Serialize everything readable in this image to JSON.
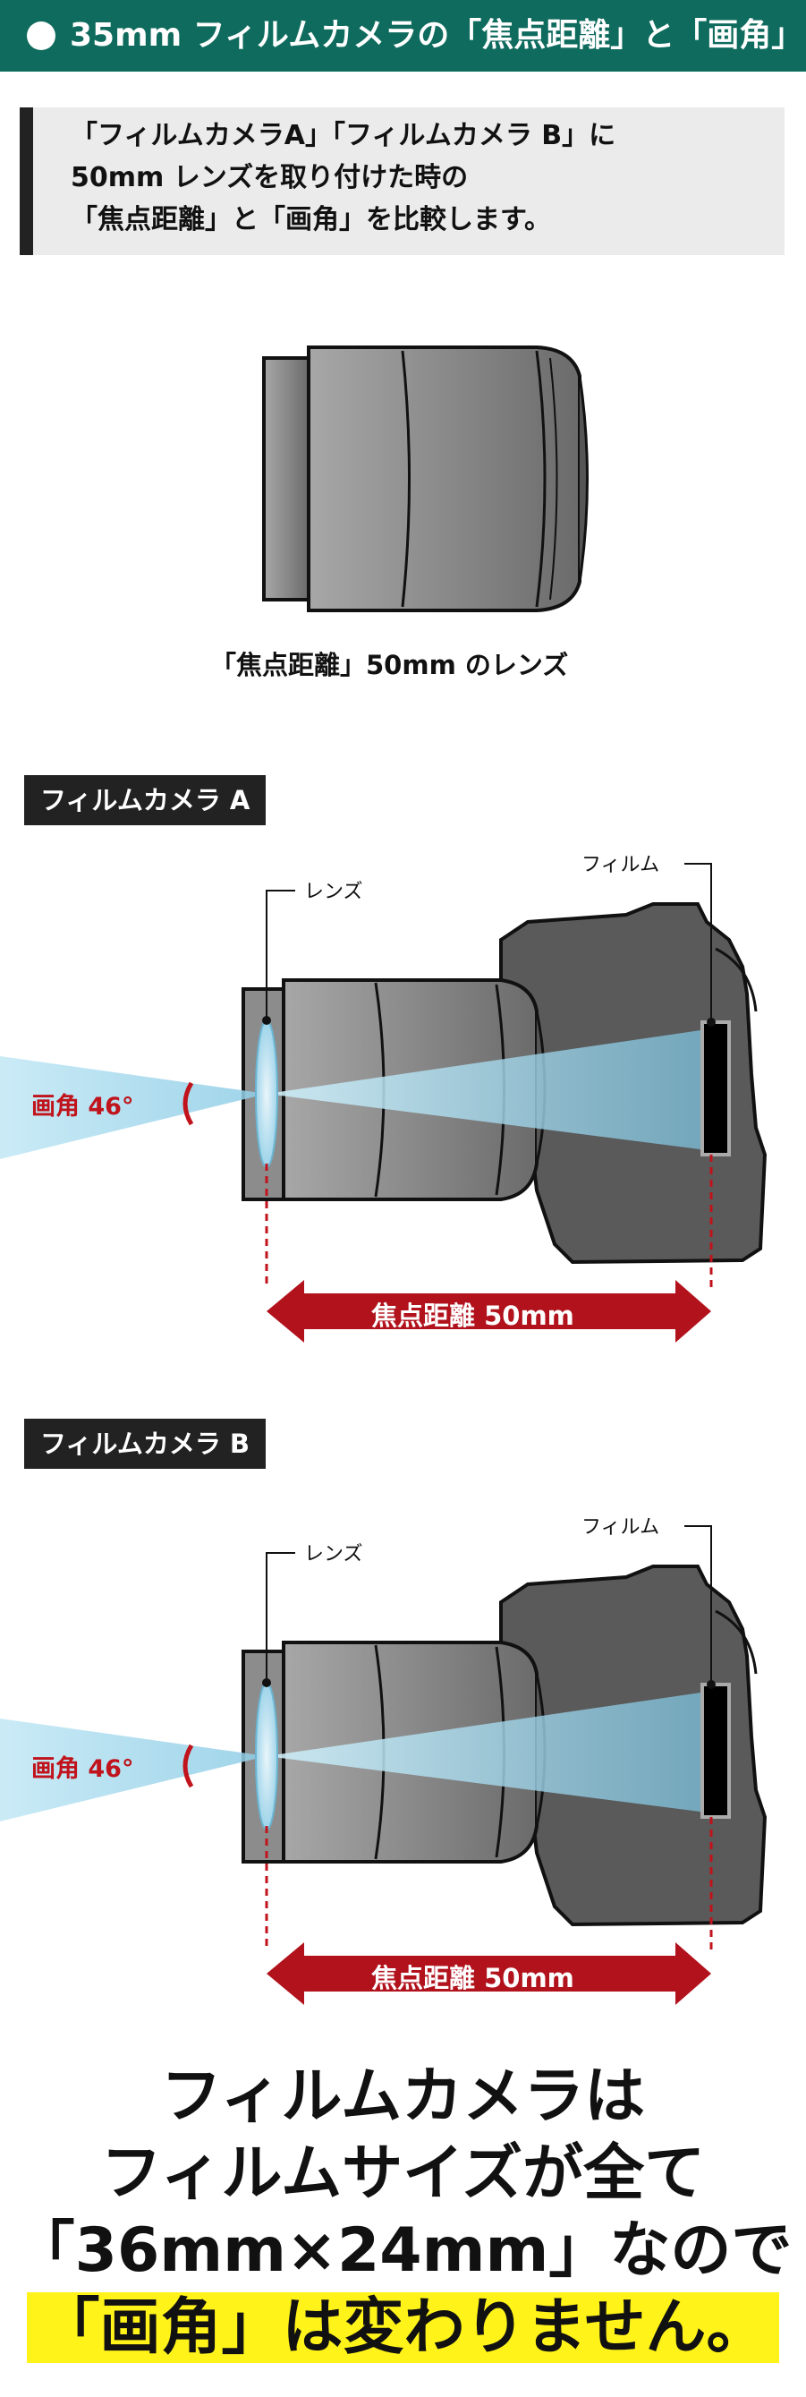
{
  "header": {
    "title": "35mm フィルムカメラの「焦点距離」と「画角」"
  },
  "intro": {
    "lines": [
      "「フィルムカメラA」「フィルムカメラ B」に",
      "50mm レンズを取り付けた時の",
      "「焦点距離」と「画角」を比較します。"
    ]
  },
  "lens_caption": "「焦点距離」50mm のレンズ",
  "camera_a": {
    "badge": "フィルムカメラ A",
    "lens_label": "レンズ",
    "film_label": "フィルム",
    "angle": "画角 46°",
    "focal": "焦点距離 50mm"
  },
  "camera_b": {
    "badge": "フィルムカメラ B",
    "lens_label": "レンズ",
    "film_label": "フィルム",
    "angle": "画角 46°",
    "focal": "焦点距離 50mm"
  },
  "conclusion": {
    "line1": "フィルムカメラは",
    "line2": "フィルムサイズが全て",
    "line3": "「36mm×24mm」なので",
    "line4": "「画角」は変わりません。"
  },
  "colors": {
    "header": "#0e6b5d",
    "accent_red": "#c0131b",
    "highlight": "#fff31a",
    "light_blue": "#bfe4f2"
  }
}
